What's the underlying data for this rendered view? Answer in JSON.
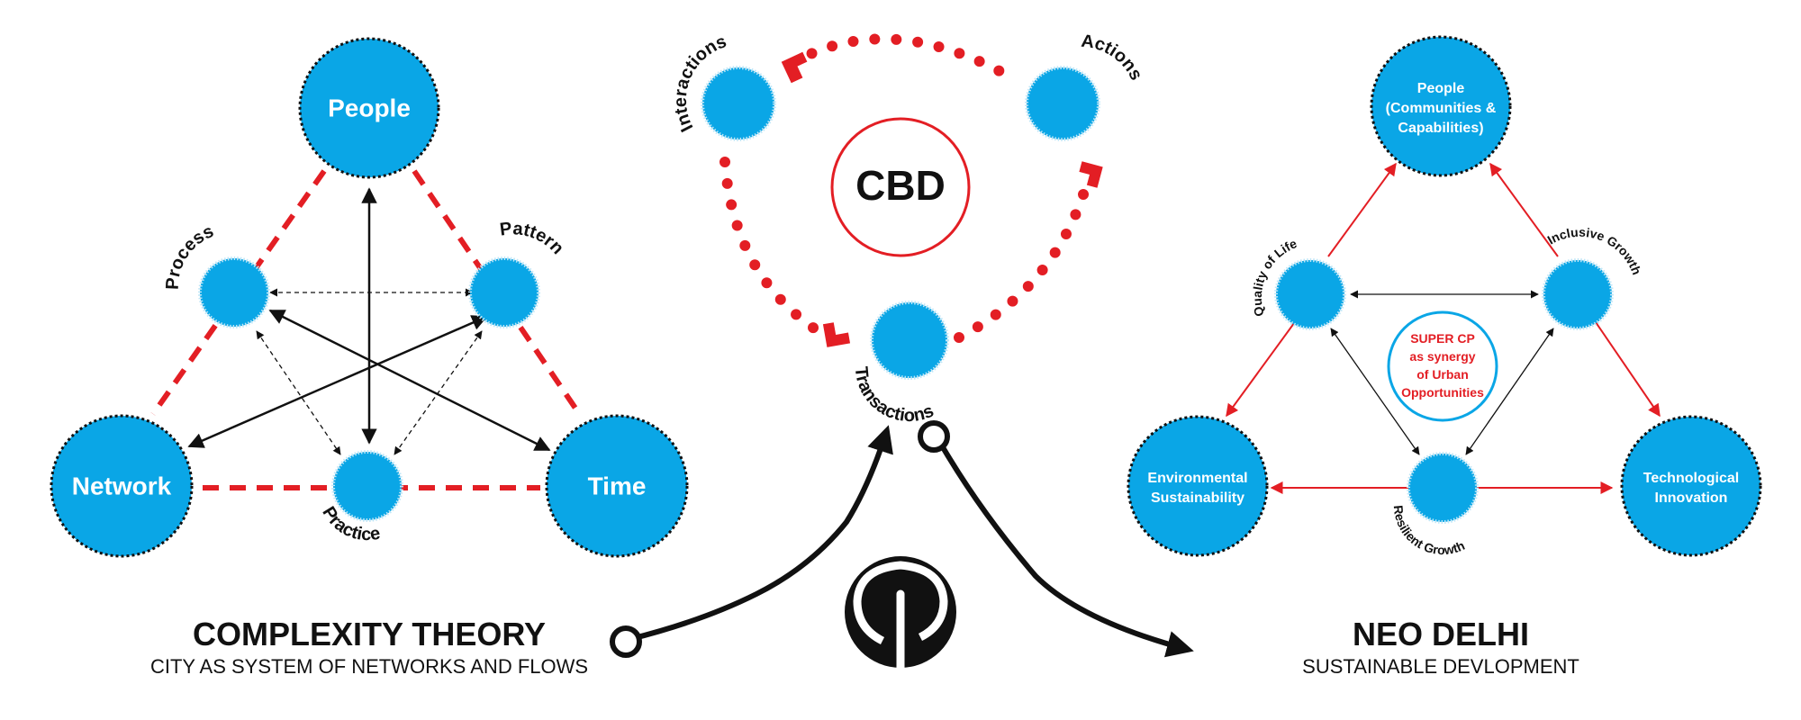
{
  "colors": {
    "node": "#0aa6e6",
    "red": "#e31e24",
    "black": "#111111",
    "ring": "#0aa6e6"
  },
  "complexity": {
    "title": "COMPLEXITY THEORY",
    "subtitle": "CITY AS SYSTEM OF NETWORKS AND FLOWS",
    "nodes": {
      "people": "People",
      "network": "Network",
      "time": "Time"
    },
    "small_nodes": {
      "process": "Process",
      "pattern": "Pattern",
      "practice": "Practice"
    }
  },
  "cbd": {
    "center": "CBD",
    "nodes": {
      "interactions": "Interactions",
      "actions": "Actions",
      "transactions": "Transactions"
    }
  },
  "neo_delhi": {
    "title": "NEO DELHI",
    "subtitle": "SUSTAINABLE DEVLOPMENT",
    "people": [
      "People",
      "(Communities &",
      "Capabilities)"
    ],
    "environmental": [
      "Environmental",
      "Sustainability"
    ],
    "technological": [
      "Technological",
      "Innovation"
    ],
    "small_nodes": {
      "quality": "Quality of Life",
      "inclusive": "Inclusive Growth",
      "resilient": "Resilient Growth"
    },
    "center": [
      "SUPER CP",
      "as synergy",
      "of Urban",
      "Opportunities"
    ]
  },
  "logo_icon": "power-symbol-icon"
}
